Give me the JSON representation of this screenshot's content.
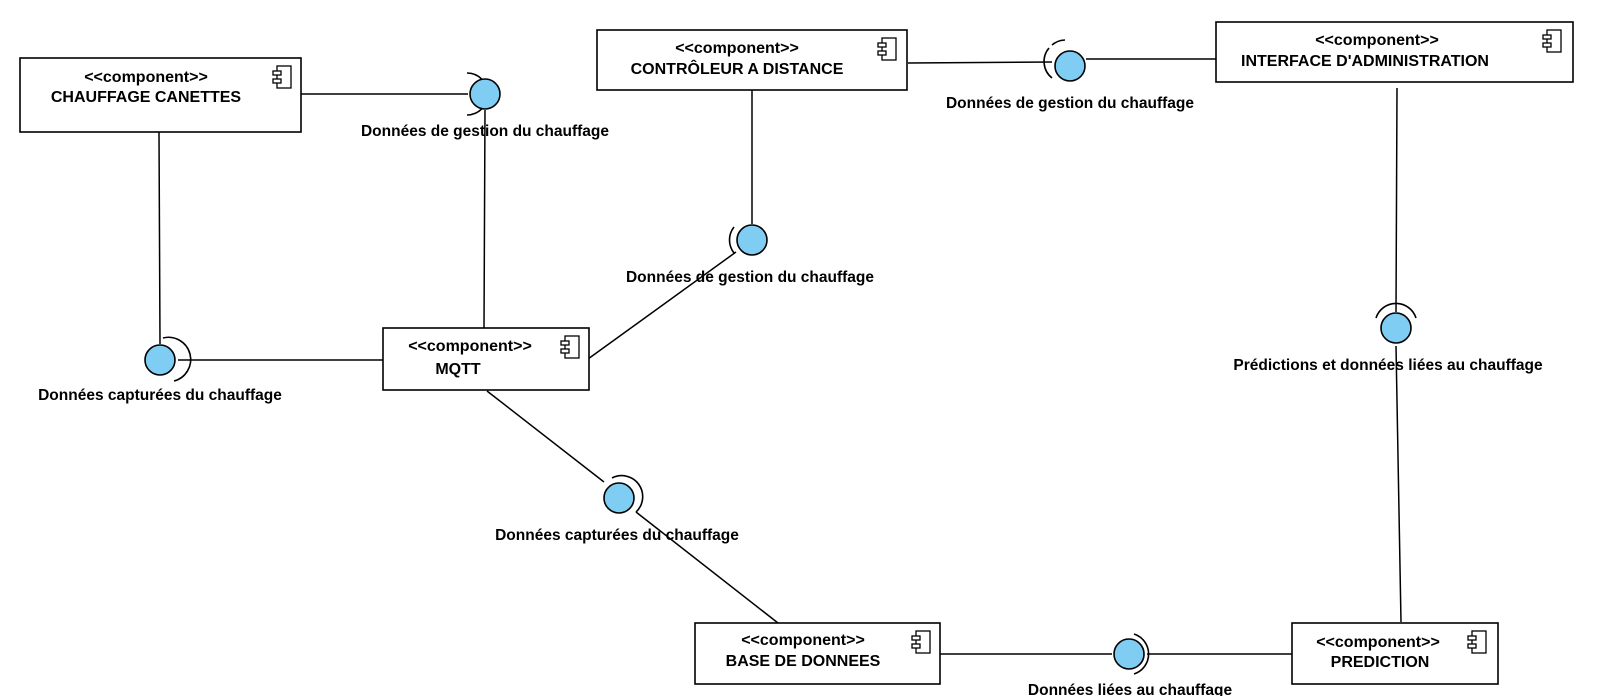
{
  "stereotype": "<<component>>",
  "components": [
    {
      "id": "chauffage",
      "name": "CHAUFFAGE CANETTES",
      "icon": "component-icon"
    },
    {
      "id": "controleur",
      "name": "CONTRÔLEUR A DISTANCE",
      "icon": "component-icon"
    },
    {
      "id": "admin",
      "name": "INTERFACE D'ADMINISTRATION",
      "icon": "component-icon"
    },
    {
      "id": "mqtt",
      "name": "MQTT",
      "icon": "component-icon"
    },
    {
      "id": "bdd",
      "name": "BASE DE DONNEES",
      "icon": "component-icon"
    },
    {
      "id": "prediction",
      "name": "PREDICTION",
      "icon": "component-icon"
    }
  ],
  "interfaces": [
    {
      "id": "if1",
      "label": "Données de gestion du chauffage"
    },
    {
      "id": "if2",
      "label": "Données de gestion du chauffage"
    },
    {
      "id": "if3",
      "label": "Données de gestion du chauffage"
    },
    {
      "id": "if4",
      "label": "Données capturées du chauffage"
    },
    {
      "id": "if5",
      "label": "Prédictions et données liées au chauffage"
    },
    {
      "id": "if6",
      "label": "Données capturées du chauffage"
    },
    {
      "id": "if7",
      "label": "Données liées au chauffage"
    }
  ],
  "colors": {
    "interface_ball": "#7fcdf2",
    "stroke": "#000000",
    "background": "#ffffff"
  }
}
